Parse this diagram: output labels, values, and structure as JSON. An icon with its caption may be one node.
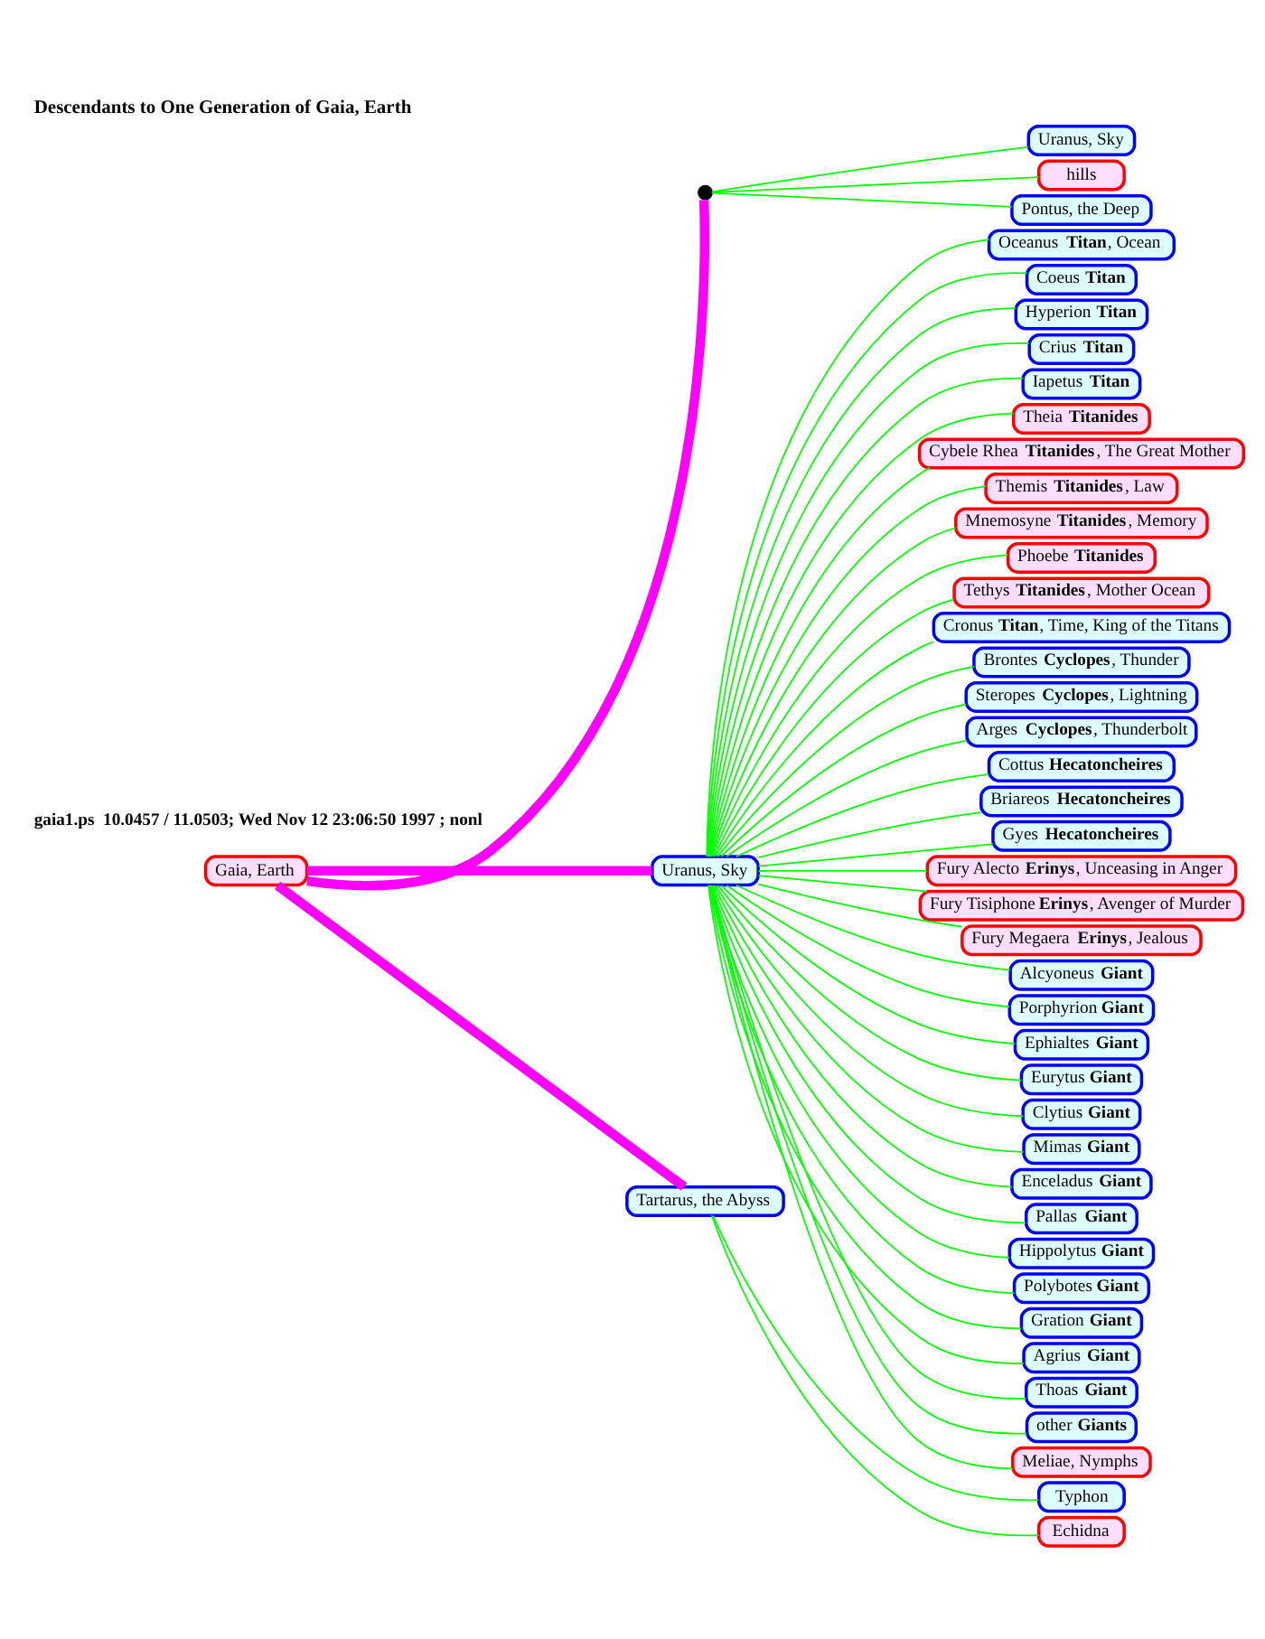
{
  "diagram": {
    "title": "Descendants to One Generation of Gaia, Earth",
    "nodes": [
      {
        "text": [
          "Gaia, Earth"
        ]
      },
      {
        "text": [],
        "shape": "bowtie"
      },
      {
        "text": [
          "Uranus, Sky"
        ]
      },
      {
        "text": [
          "hills"
        ]
      },
      {
        "text": [
          "Pontus, the Deep"
        ]
      },
      {
        "text": [
          "Uranus, Sky"
        ]
      },
      {
        "text": [
          "Oceanus **Titan**, Ocean"
        ]
      },
      {
        "text": [
          "Coeus **Titan**"
        ]
      },
      {
        "text": [
          "Hyperion **Titan**"
        ]
      },
      {
        "text": [
          "Crius **Titan**"
        ]
      },
      {
        "text": [
          "Iapetus **Titan**"
        ]
      },
      {
        "text": [
          "Theia **Titanides**"
        ]
      },
      {
        "text": [
          "Cybele Rhea **Titanides**, The Great Mother"
        ]
      },
      {
        "text": [
          "Themis **Titanides**, Law"
        ]
      },
      {
        "text": [
          "Mnemosyne **Titanides**, Memory"
        ]
      },
      {
        "text": [
          "Phoebe **Titanides**"
        ]
      },
      {
        "text": [
          "Tethys **Titanides**, Mother Ocean"
        ]
      },
      {
        "text": [
          "Cronus **Titan**, Time, King of the Titans"
        ]
      },
      {
        "text": [
          "Brontes **Cyclopes**, Thunder"
        ]
      },
      {
        "text": [
          "Steropes **Cyclopes**, Lightning"
        ]
      },
      {
        "text": [
          "Arges **Cyclopes**, Thunderbolt"
        ]
      },
      {
        "text": [
          "Cottus **Hecatoncheires**"
        ]
      },
      {
        "text": [
          "Briareos **Hecatoncheires**"
        ]
      },
      {
        "text": [
          "Gyes **Hecatoncheires**"
        ]
      },
      {
        "text": [
          "Fury Alecto **Erinys**, Unceasing in Anger"
        ]
      },
      {
        "text": [
          "Fury Tisiphone **Erinys**, Avenger of Murder"
        ]
      },
      {
        "text": [
          "Fury Megaera **Erinys**, Jealous"
        ]
      },
      {
        "text": [
          "Alcyoneus **Giant**"
        ]
      },
      {
        "text": [
          "Porphyrion **Giant**"
        ]
      },
      {
        "text": [
          "Ephialtes **Giant**"
        ]
      },
      {
        "text": [
          "Eurytus **Giant**"
        ]
      },
      {
        "text": [
          "Clytius **Giant**"
        ]
      },
      {
        "text": [
          "Mimas **Giant**"
        ]
      },
      {
        "text": [
          "Enceladus **Giant**"
        ]
      },
      {
        "text": [
          "Pallas **Giant**"
        ]
      },
      {
        "text": [
          "Hippolytus **Giant**"
        ]
      },
      {
        "text": [
          "Polybotes **Giant**"
        ]
      },
      {
        "text": [
          "Gration **Giant**"
        ]
      },
      {
        "text": [
          "Agrius **Giant**"
        ]
      },
      {
        "text": [
          "Thoas **Giant**"
        ]
      },
      {
        "text": [
          "other **Giants**"
        ]
      },
      {
        "text": [
          "Meliae, Nymphs"
        ]
      },
      {
        "text": [
          "Tartarus, the Abyss"
        ]
      },
      {
        "text": [
          "Typhon"
        ]
      },
      {
        "text": [
          "Echidna"
        ]
      }
    ],
    "edges": [
      {
        "from": 0,
        "to": 1,
        "arrow": "none",
        "style": "thick",
        "color": "#ff00ff"
      },
      {
        "from": 0,
        "to": 5,
        "arrow": "none",
        "style": "thick",
        "color": "#ff00ff"
      },
      {
        "from": 0,
        "to": 42,
        "arrow": "none",
        "style": "thick",
        "color": "#ff00ff"
      },
      {
        "from": 1,
        "to": 2,
        "arrow": "none"
      },
      {
        "from": 1,
        "to": 3,
        "arrow": "none"
      },
      {
        "from": 1,
        "to": 4,
        "arrow": "none"
      },
      {
        "from": 5,
        "to": 6,
        "arrow": "none"
      },
      {
        "from": 5,
        "to": 7,
        "arrow": "none"
      },
      {
        "from": 5,
        "to": 8,
        "arrow": "none"
      },
      {
        "from": 5,
        "to": 9,
        "arrow": "none"
      },
      {
        "from": 5,
        "to": 10,
        "arrow": "none"
      },
      {
        "from": 5,
        "to": 11,
        "arrow": "none"
      },
      {
        "from": 5,
        "to": 12,
        "arrow": "none"
      },
      {
        "from": 5,
        "to": 13,
        "arrow": "none"
      },
      {
        "from": 5,
        "to": 14,
        "arrow": "none"
      },
      {
        "from": 5,
        "to": 15,
        "arrow": "none"
      },
      {
        "from": 5,
        "to": 16,
        "arrow": "none"
      },
      {
        "from": 5,
        "to": 17,
        "arrow": "none"
      },
      {
        "from": 5,
        "to": 18,
        "arrow": "none"
      },
      {
        "from": 5,
        "to": 19,
        "arrow": "none"
      },
      {
        "from": 5,
        "to": 20,
        "arrow": "none"
      },
      {
        "from": 5,
        "to": 21,
        "arrow": "none"
      },
      {
        "from": 5,
        "to": 22,
        "arrow": "none"
      },
      {
        "from": 5,
        "to": 23,
        "arrow": "none"
      },
      {
        "from": 5,
        "to": 24,
        "arrow": "none"
      },
      {
        "from": 5,
        "to": 25,
        "arrow": "none"
      },
      {
        "from": 5,
        "to": 26,
        "arrow": "none"
      },
      {
        "from": 5,
        "to": 27,
        "arrow": "none"
      },
      {
        "from": 5,
        "to": 28,
        "arrow": "none"
      },
      {
        "from": 5,
        "to": 29,
        "arrow": "none"
      },
      {
        "from": 5,
        "to": 30,
        "arrow": "none"
      },
      {
        "from": 5,
        "to": 31,
        "arrow": "none"
      },
      {
        "from": 5,
        "to": 32,
        "arrow": "none"
      },
      {
        "from": 5,
        "to": 33,
        "arrow": "none"
      },
      {
        "from": 5,
        "to": 34,
        "arrow": "none"
      },
      {
        "from": 5,
        "to": 35,
        "arrow": "none"
      },
      {
        "from": 5,
        "to": 36,
        "arrow": "none"
      },
      {
        "from": 5,
        "to": 37,
        "arrow": "none"
      },
      {
        "from": 5,
        "to": 38,
        "arrow": "none"
      },
      {
        "from": 5,
        "to": 39,
        "arrow": "none"
      },
      {
        "from": 5,
        "to": 40,
        "arrow": "none"
      },
      {
        "from": 5,
        "to": 41,
        "arrow": "none"
      },
      {
        "from": 42,
        "to": 43,
        "arrow": "none"
      },
      {
        "from": 42,
        "to": 44,
        "arrow": "none"
      }
    ],
    "labels": [
      "gaia1.ps  10.0457 / 11.0503; Wed Nov 12 23:06:50 1997 ; nonl"
    ]
  }
}
